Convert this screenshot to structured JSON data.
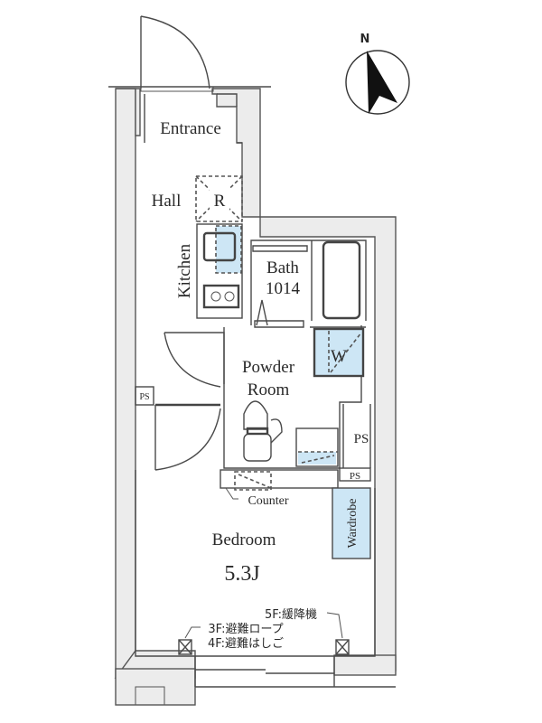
{
  "compass": {
    "label": "N",
    "icon": "north-arrow-icon"
  },
  "rooms": {
    "entrance": "Entrance",
    "hall": "Hall",
    "refrigerator": "R",
    "kitchen": "Kitchen",
    "bath_line1": "Bath",
    "bath_line2": "1014",
    "powder_line1": "Powder",
    "powder_line2": "Room",
    "washer": "W",
    "ps_right": "PS",
    "ps_small": "PS",
    "ps_left": "PS",
    "counter": "Counter",
    "wardrobe": "Wardrobe",
    "bedroom": "Bedroom",
    "bedroom_size": "5.3J"
  },
  "notes": {
    "floor5": "5F:緩降機",
    "floor3": "3F:避難ロープ",
    "floor4": "4F:避難はしご"
  },
  "colors": {
    "wall_fill": "#ececec",
    "fixture_blue": "#cde6f5",
    "line": "#4a4a4a"
  }
}
